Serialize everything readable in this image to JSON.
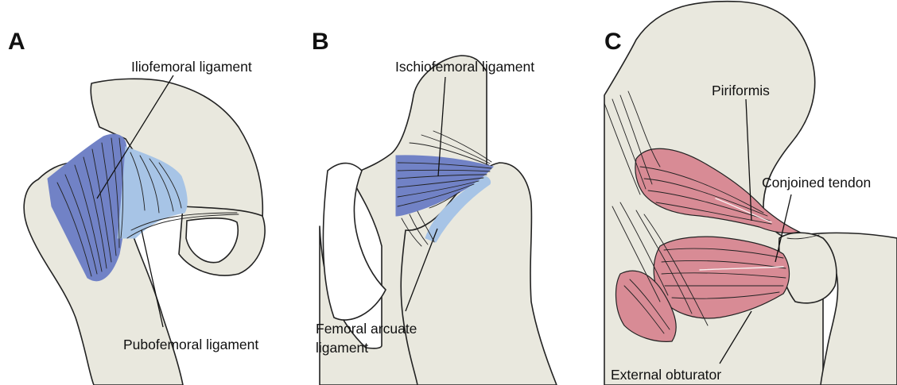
{
  "panels": [
    {
      "letter": "A",
      "labels": [
        "Iliofemoral ligament",
        "Pubofemoral ligament"
      ]
    },
    {
      "letter": "B",
      "labels": [
        "Ischiofemoral ligament",
        "Femoral arcuate",
        "ligament"
      ]
    },
    {
      "letter": "C",
      "labels": [
        "Piriformis",
        "Conjoined tendon",
        "External obturator"
      ]
    }
  ],
  "colors": {
    "bone": "#e9e8de",
    "ligament_dark_blue": "#7182c6",
    "ligament_light_blue": "#a7c4e6",
    "muscle_red": "#d88b95",
    "outline": "#222222"
  }
}
